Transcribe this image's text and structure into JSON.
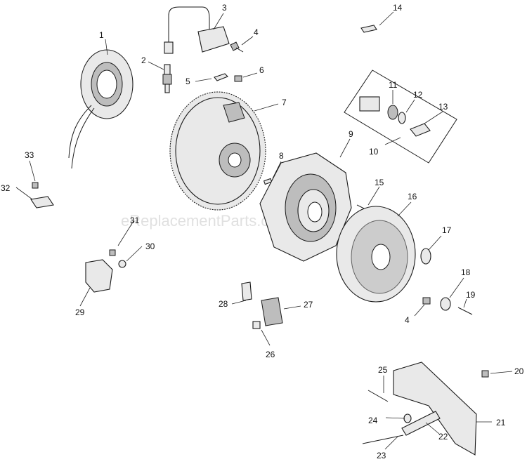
{
  "watermark": "eReplacementParts.com",
  "callouts": {
    "c1": "1",
    "c2": "2",
    "c3": "3",
    "c4a": "4",
    "c4b": "4",
    "c5": "5",
    "c6": "6",
    "c7": "7",
    "c8": "8",
    "c9": "9",
    "c10": "10",
    "c11": "11",
    "c12": "12",
    "c13": "13",
    "c14": "14",
    "c15": "15",
    "c16": "16",
    "c17": "17",
    "c18": "18",
    "c19": "19",
    "c20": "20",
    "c21": "21",
    "c22": "22",
    "c23": "23",
    "c24": "24",
    "c25": "25",
    "c26": "26",
    "c27": "27",
    "c28": "28",
    "c29": "29",
    "c30": "30",
    "c31": "31",
    "c32": "32",
    "c33": "33"
  }
}
